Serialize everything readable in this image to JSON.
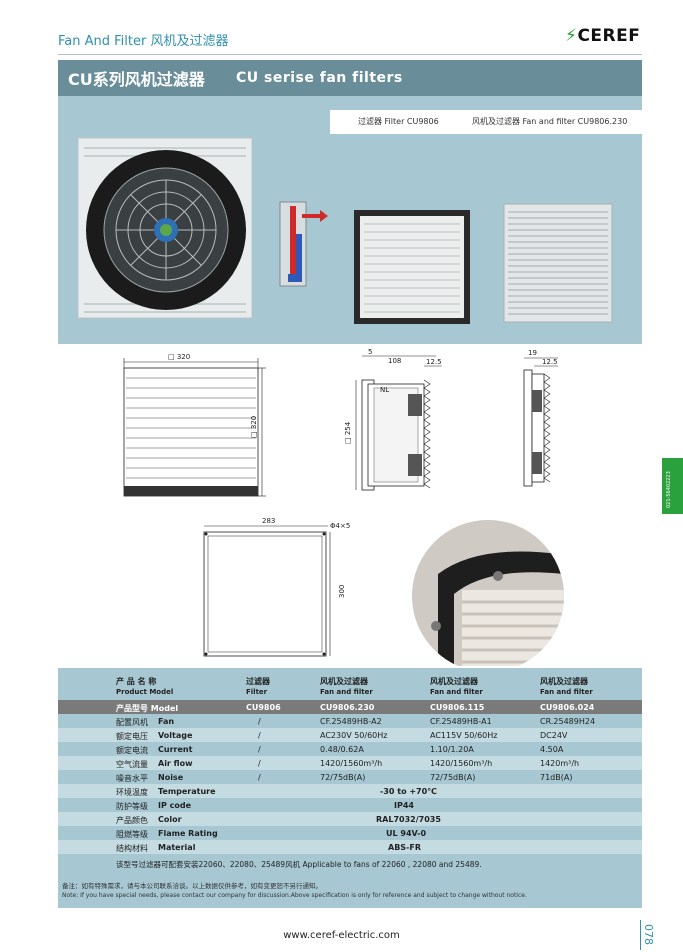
{
  "header": {
    "title": "Fan And Filter  风机及过滤器",
    "logo": "CEREF"
  },
  "banner": {
    "cn": "CU系列风机过滤器",
    "en": "CU serise fan filters"
  },
  "captions": {
    "filter": "过滤器 Filter  CU9806",
    "fan_filter": "风机及过滤器 Fan and filter  CU9806.230"
  },
  "dimensions": {
    "front_w": "□ 320",
    "front_h": "□ 320",
    "side_a": "5",
    "side_b": "108",
    "side_c": "12.5",
    "side_h": "□ 254",
    "side_nl": "NL",
    "side2_a": "19",
    "side2_b": "12.5",
    "cut_w": "283",
    "cut_hole": "Φ4×5",
    "cut_h": "300"
  },
  "table": {
    "header": {
      "name_cn": "产 品 名 称",
      "name_en": "Product Model",
      "c1_cn": "过滤器",
      "c1_en": "Filter",
      "c2_cn": "风机及过滤器",
      "c2_en": "Fan and filter",
      "c3_cn": "风机及过滤器",
      "c3_en": "Fan and filter",
      "c4_cn": "风机及过滤器",
      "c4_en": "Fan and filter"
    },
    "model": {
      "label": "产品型号  Model",
      "c1": "CU9806",
      "c2": "CU9806.230",
      "c3": "CU9806.115",
      "c4": "CU9806.024"
    },
    "rows": [
      {
        "cn": "配置风机",
        "en": "Fan",
        "c1": "/",
        "c2": "CF.25489HB-A2",
        "c3": "CF.25489HB-A1",
        "c4": "CR.25489H24"
      },
      {
        "cn": "额定电压",
        "en": "Voltage",
        "c1": "/",
        "c2": "AC230V 50/60Hz",
        "c3": "AC115V 50/60Hz",
        "c4": "DC24V"
      },
      {
        "cn": "额定电流",
        "en": "Current",
        "c1": "/",
        "c2": "0.48/0.62A",
        "c3": "1.10/1.20A",
        "c4": "4.50A"
      },
      {
        "cn": "空气流量",
        "en": "Air flow",
        "c1": "/",
        "c2": "1420/1560m³/h",
        "c3": "1420/1560m³/h",
        "c4": "1420m³/h"
      },
      {
        "cn": "噪音水平",
        "en": "Noise",
        "c1": "/",
        "c2": "72/75dB(A)",
        "c3": "72/75dB(A)",
        "c4": "71dB(A)"
      }
    ],
    "span_rows": [
      {
        "cn": "环境温度",
        "en": "Temperature",
        "value": "-30 to +70℃"
      },
      {
        "cn": "防护等级",
        "en": "IP code",
        "value": "IP44"
      },
      {
        "cn": "产品颜色",
        "en": "Color",
        "value": "RAL7032/7035"
      },
      {
        "cn": "阻燃等级",
        "en": "Flame Rating",
        "value": "UL 94V-0"
      },
      {
        "cn": "结构材料",
        "en": "Material",
        "value": "ABS-FR"
      }
    ],
    "applicable": "该型号过滤器可配套安装22060、22080、25489风机     Applicable to fans of 22060 , 22080  and 25489."
  },
  "notes": {
    "cn": "备注：如有特殊需求，请与本公司联系洽谈。以上数据仅供参考，如有变更恕不另行通知。",
    "en": "Note: If you have special needs, please contact our company for discussion.Above specification is only for reference and subject to change without notice."
  },
  "footer": {
    "website": "www.ceref-electric.com",
    "page": "078"
  },
  "side_tab": "021-56402223"
}
